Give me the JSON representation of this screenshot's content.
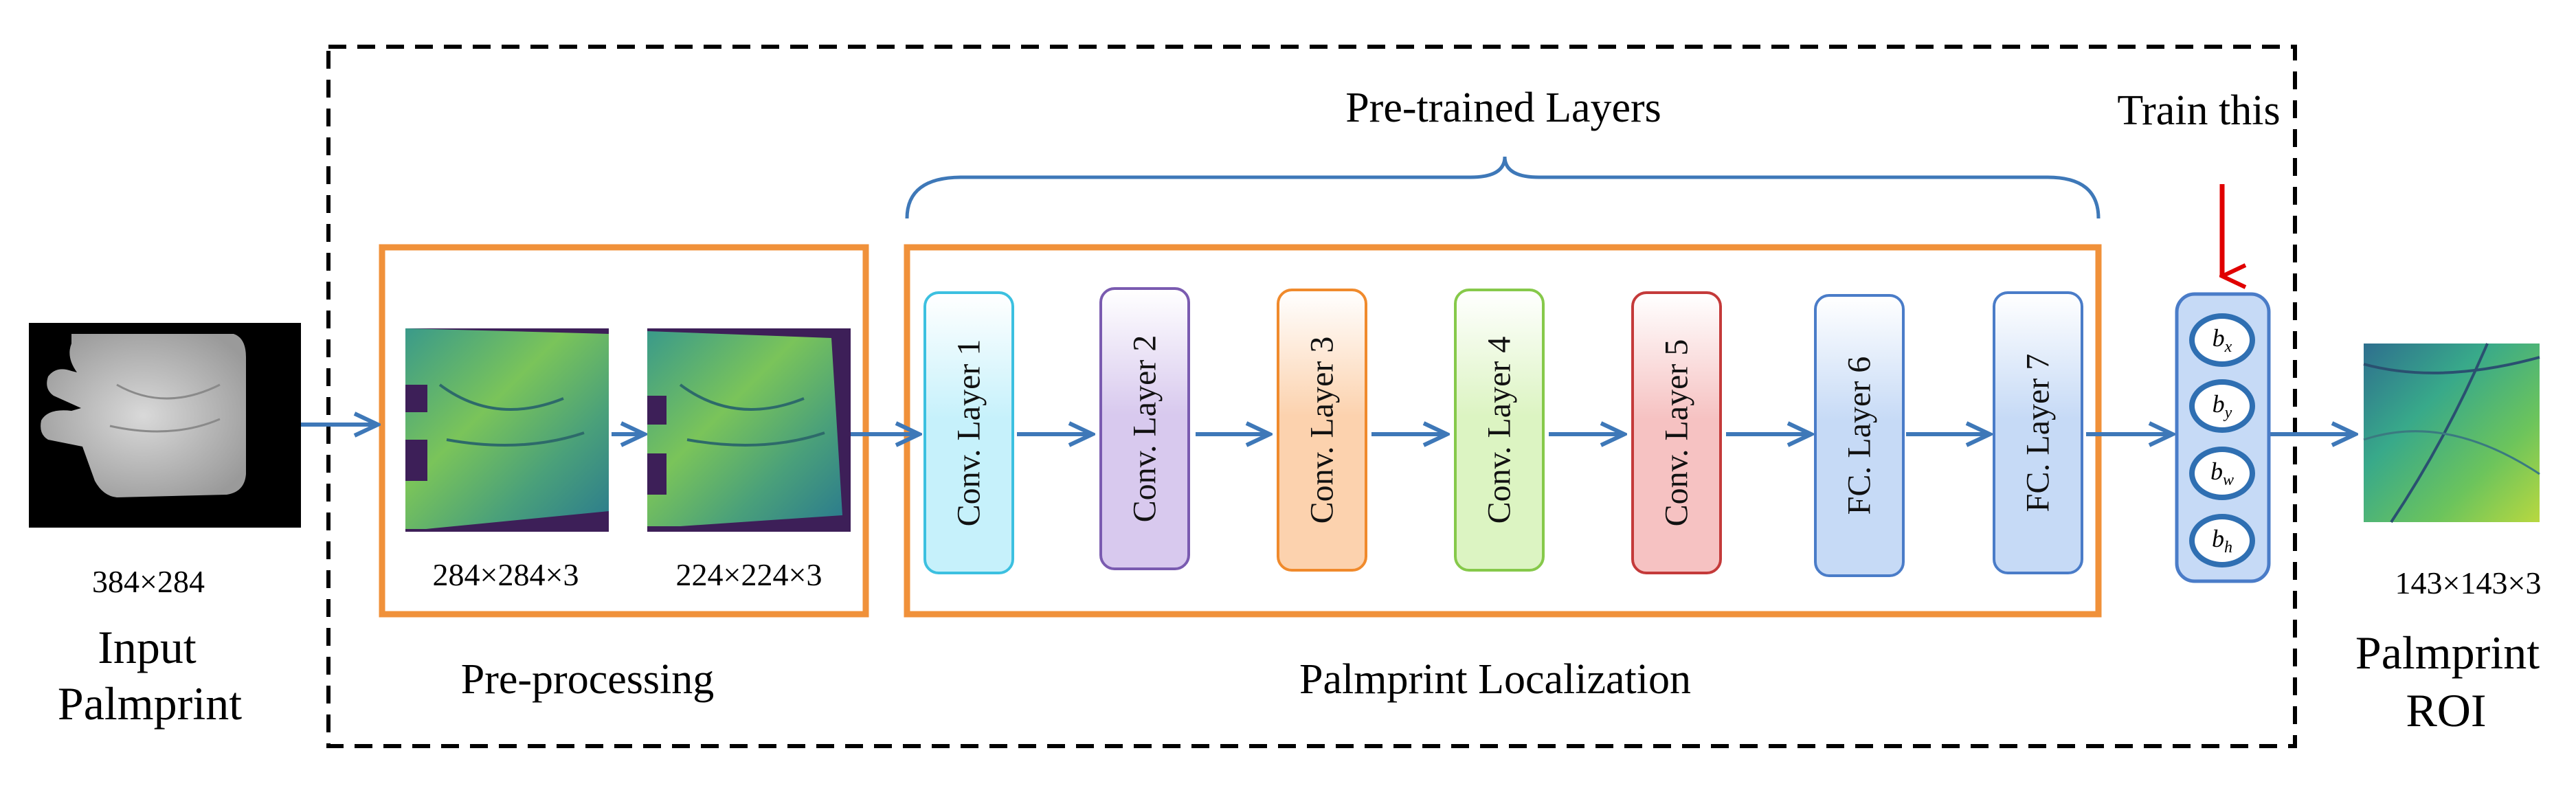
{
  "input": {
    "size": "384×284",
    "label_line1": "Input",
    "label_line2": "Palmprint"
  },
  "preprocessing": {
    "dim1": "284×284×3",
    "dim2": "224×224×3",
    "label": "Pre-processing"
  },
  "pretrained": {
    "label": "Pre-trained Layers"
  },
  "train": {
    "label": "Train this"
  },
  "localization": {
    "label": "Palmprint Localization"
  },
  "layers": [
    {
      "label": "Conv. Layer 1",
      "fill": "#c6f1fb",
      "border": "#3cc0e0"
    },
    {
      "label": "Conv. Layer 2",
      "fill": "#d8c9ee",
      "border": "#7a5bb0"
    },
    {
      "label": "Conv. Layer 3",
      "fill": "#fcd2ae",
      "border": "#f08a2c"
    },
    {
      "label": "Conv. Layer 4",
      "fill": "#dcf4c2",
      "border": "#86c94a"
    },
    {
      "label": "Conv. Layer 5",
      "fill": "#f6c2c2",
      "border": "#c43a3a"
    },
    {
      "label": "FC. Layer 6",
      "fill": "#c6daf6",
      "border": "#4a7cc8"
    },
    {
      "label": "FC. Layer 7",
      "fill": "#c6daf6",
      "border": "#4a7cc8"
    }
  ],
  "outputs": {
    "bx": "b",
    "bx_sub": "x",
    "by": "b",
    "by_sub": "y",
    "bw": "b",
    "bw_sub": "w",
    "bh": "b",
    "bh_sub": "h"
  },
  "roi": {
    "size": "143×143×3",
    "label_line1": "Palmprint",
    "label_line2": "ROI"
  },
  "colors": {
    "arrow": "#3e78b8",
    "orange": "#f0913a",
    "red": "#e00000",
    "dashed": "#000000"
  }
}
